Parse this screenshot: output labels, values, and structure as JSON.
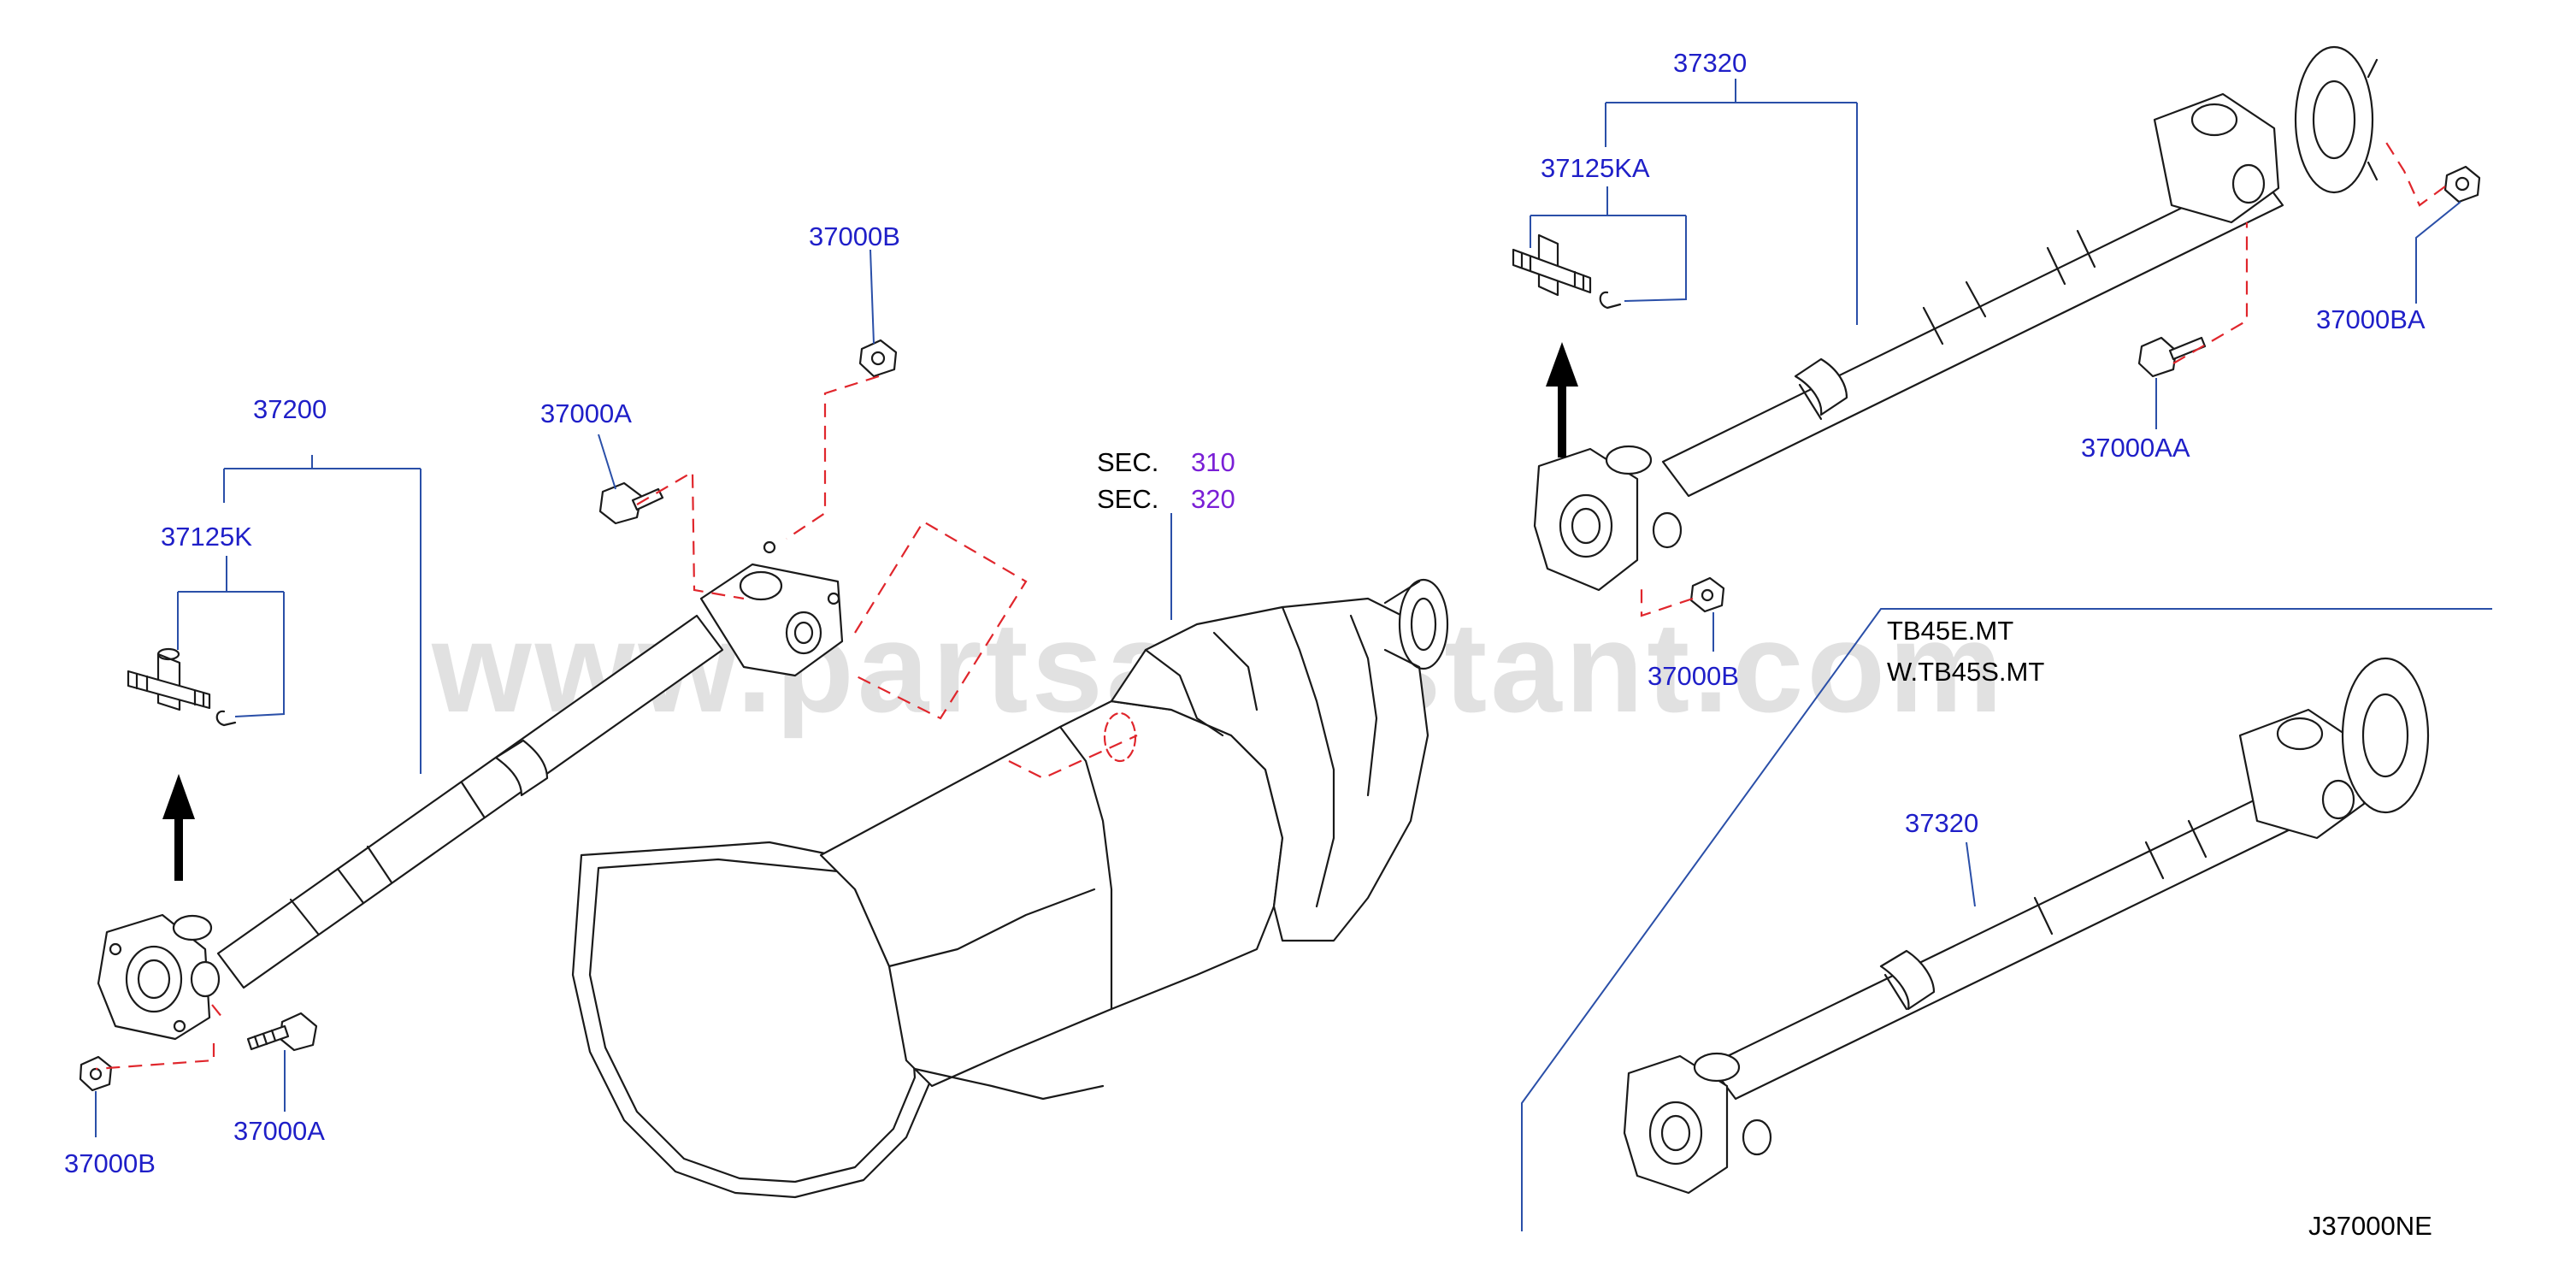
{
  "watermark": "www.partsassistant.com",
  "drawing_code": "J37000NE",
  "sections": {
    "prefix": "SEC.",
    "numbers": [
      "310",
      "320"
    ]
  },
  "variant_note": {
    "line1": "TB45E.MT",
    "line2": "W.TB45S.MT"
  },
  "parts": {
    "front_shaft": "37200",
    "front_joint_kit": "37125K",
    "front_bolt_top": "37000A",
    "front_nut_top": "37000B",
    "front_bolt_bottom": "37000A",
    "front_nut_bottom": "37000B",
    "rear_shaft_upper": "37320",
    "rear_joint_kit": "37125KA",
    "rear_nut_right": "37000BA",
    "rear_bolt_right": "37000AA",
    "rear_nut_lower": "37000B",
    "rear_shaft_variant": "37320"
  },
  "colors": {
    "part_label": "#1f1fc8",
    "section_number": "#7a1fd6",
    "leader_line": "#2a4fa8",
    "dashed_line": "#e0262c",
    "watermark": "#c8c8c8"
  }
}
